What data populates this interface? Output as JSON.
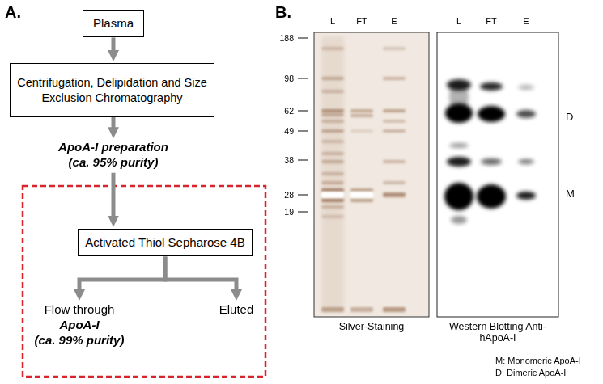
{
  "diagram": {
    "nodes": [
      {
        "text": [
          "Plasma"
        ]
      },
      {
        "text": [
          "Centrifugation, Delipidation and Size Exclusion Chromatography"
        ]
      },
      {
        "text": [
          "ApoA-I preparation (ca. 95% purity)"
        ]
      },
      {
        "text": [
          "Activated Thiol Sepharose 4B"
        ]
      },
      {
        "text": [
          "Flow through",
          "ApoA-I",
          "(ca. 99% purity)"
        ]
      },
      {
        "text": [
          "Eluted"
        ]
      }
    ],
    "edges": [
      {
        "from": 0,
        "to": 1,
        "arrow": "to"
      },
      {
        "from": 1,
        "to": 2,
        "arrow": "to"
      },
      {
        "from": 2,
        "to": 3,
        "arrow": "to"
      },
      {
        "from": 3,
        "to": 4,
        "arrow": "to"
      },
      {
        "from": 3,
        "to": 5,
        "arrow": "to"
      }
    ],
    "labels": [
      "A.",
      "B.",
      "L",
      "FT",
      "E",
      "L",
      "FT",
      "E",
      "188",
      "98",
      "62",
      "49",
      "38",
      "28",
      "19",
      "D",
      "M",
      "Silver-Staining",
      "Western Blotting Anti-hApoA-I",
      "M: Monomeric ApoA-I",
      "D: Dimeric ApoA-I"
    ]
  }
}
